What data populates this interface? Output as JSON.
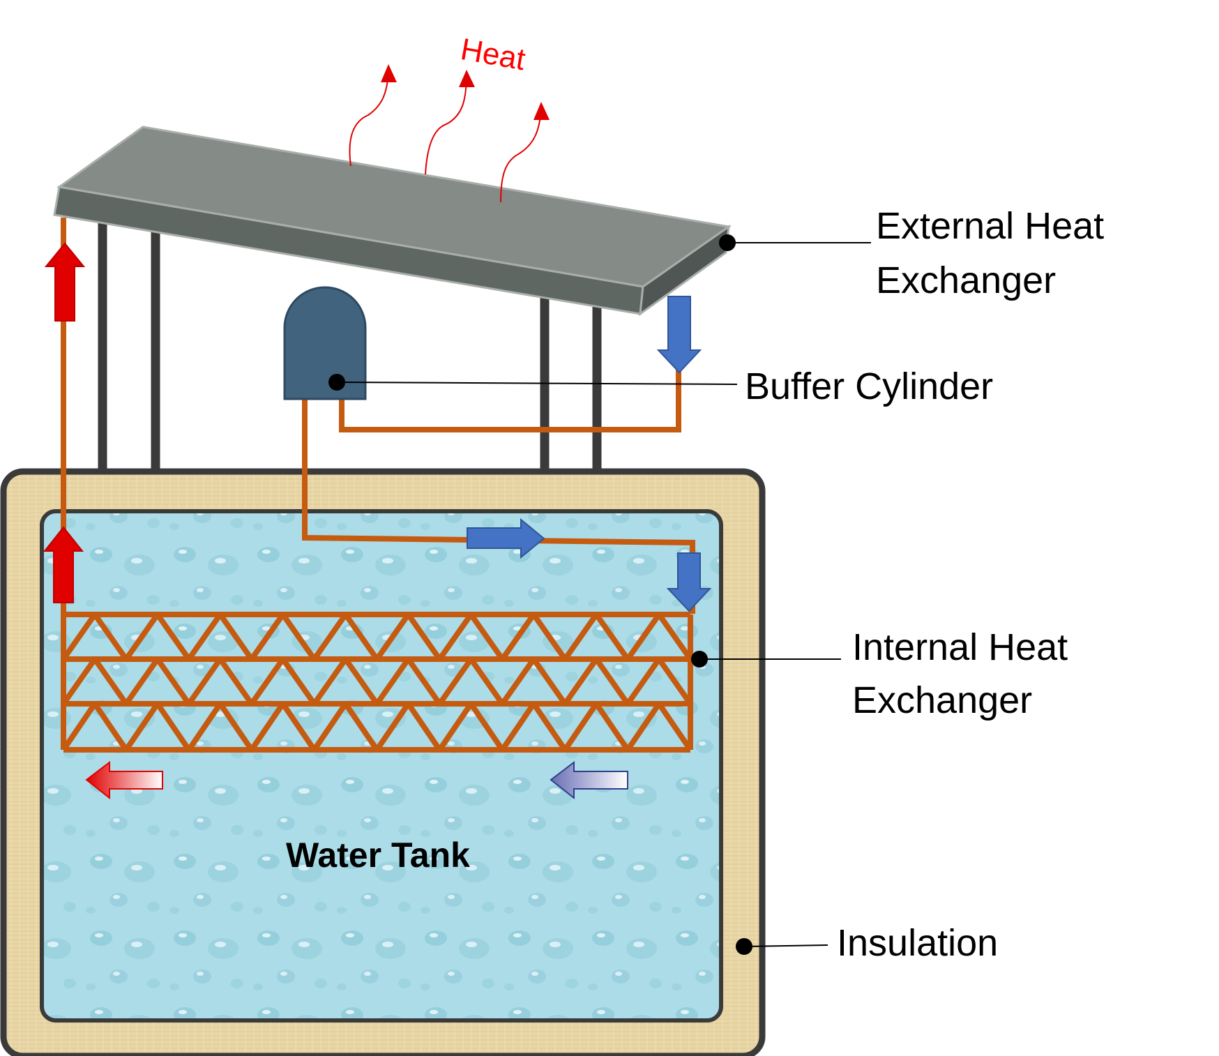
{
  "labels": {
    "heat": "Heat",
    "external_heat_exchanger_line1": "External Heat",
    "external_heat_exchanger_line2": "Exchanger",
    "buffer_cylinder": "Buffer Cylinder",
    "internal_heat_exchanger_line1": "Internal Heat",
    "internal_heat_exchanger_line2": "Exchanger",
    "insulation": "Insulation",
    "water_tank": "Water Tank"
  },
  "colors": {
    "pipe": "#c55a11",
    "hot_arrow": "#e00000",
    "cold_arrow": "#4472c4",
    "panel_top": "#858c88",
    "panel_side": "#5f6763",
    "buffer_cylinder": "#41637e",
    "insulation": "#e8d6a6",
    "water": "#a9dbe6",
    "frame": "#3a3a3a",
    "heat_text": "#ff0000"
  },
  "icons": {
    "hot_flow": "red-arrow-icon",
    "cold_flow": "blue-arrow-icon",
    "heat_rising": "heat-wave-icon",
    "callout_dot": "callout-dot-icon"
  }
}
